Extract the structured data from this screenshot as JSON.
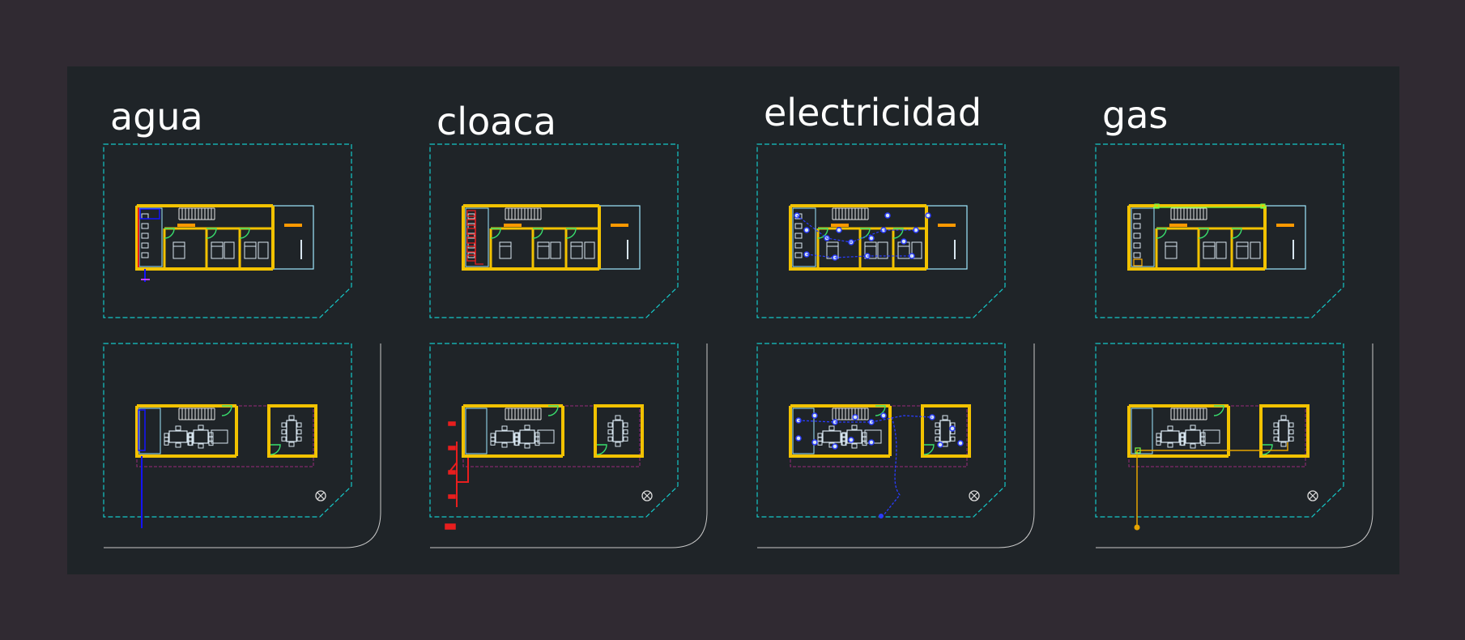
{
  "drawing": {
    "titles": [
      "agua",
      "cloaca",
      "electricidad",
      "gas"
    ]
  },
  "colors": {
    "background": "#302a32",
    "model_space": "#1f2428",
    "lot_line": "#15c8c8",
    "wall": "#f2c200",
    "interior_line": "#9fe8ff",
    "door": "#39e06e",
    "furniture": "#d8e6f0",
    "stair": "#e6e6e6",
    "water": "#1414ff",
    "sewer": "#e81e1e",
    "electric": "#2a3cff",
    "gas": "#e6a300",
    "outline_dim": "#9a2a7a",
    "sidewalk": "#c8c8c8"
  }
}
